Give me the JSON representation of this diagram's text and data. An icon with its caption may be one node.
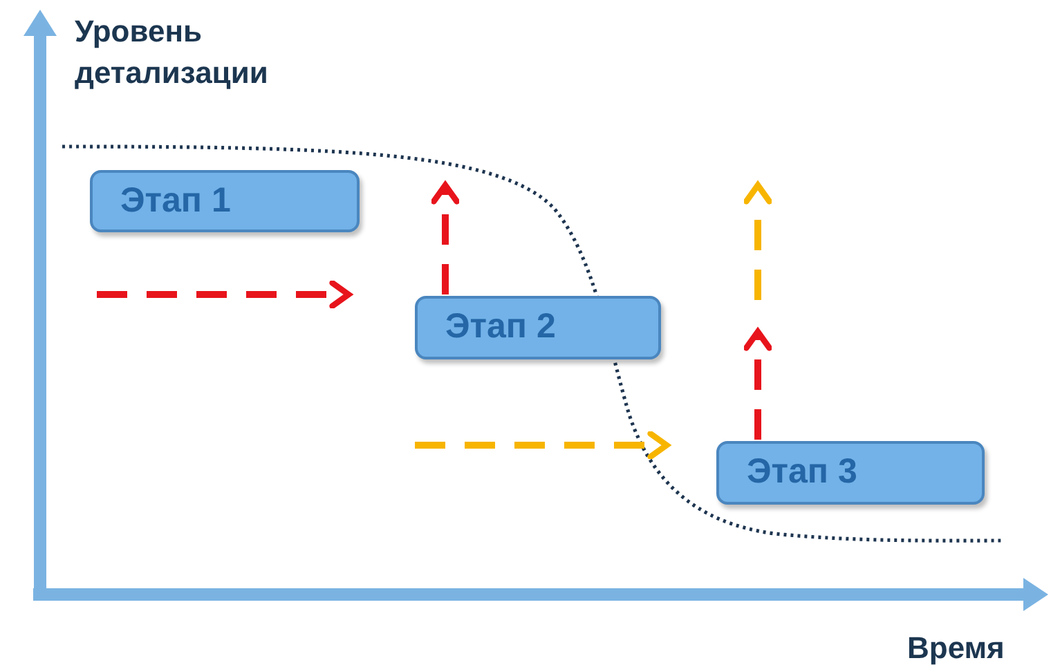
{
  "diagram": {
    "nodes": [
      {
        "text": [
          "Этап 1"
        ]
      },
      {
        "text": [
          "Этап 2"
        ]
      },
      {
        "text": [
          "Этап 3"
        ]
      }
    ],
    "edges": [
      {
        "from": 1,
        "to": null,
        "arrow": "to",
        "style": "dashed"
      },
      {
        "from": 2,
        "to": null,
        "arrow": "to",
        "style": "dashed"
      }
    ],
    "labels": [
      "Уровень детализации",
      "Время"
    ]
  }
}
